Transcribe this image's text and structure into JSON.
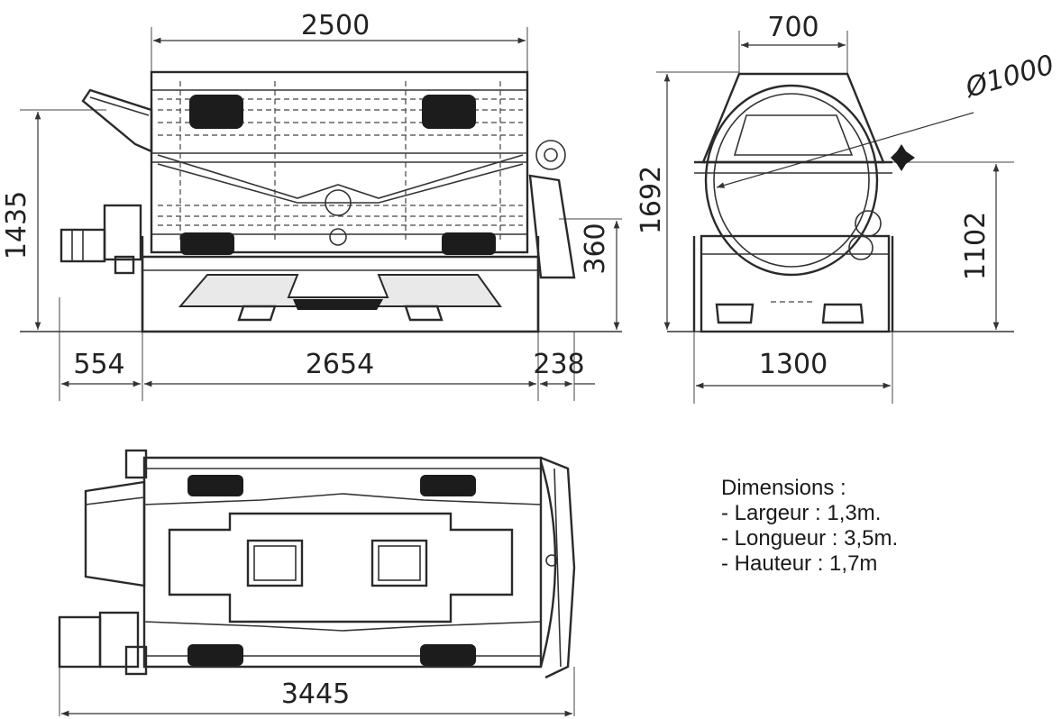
{
  "dimensions": {
    "front_width_top": "2500",
    "front_height_total": "1435",
    "front_height_small": "360",
    "front_left_motor": "554",
    "front_main_length": "2654",
    "front_right_extension": "238",
    "side_top_width": "700",
    "side_drum_diameter": "Ø1000",
    "side_height_total": "1692",
    "side_height_axis": "1102",
    "side_width_base": "1300",
    "top_total_length": "3445"
  },
  "notes": {
    "heading": "Dimensions :",
    "items": [
      "- Largeur : 1,3m.",
      "- Longueur : 3,5m.",
      "- Hauteur : 1,7m"
    ]
  }
}
